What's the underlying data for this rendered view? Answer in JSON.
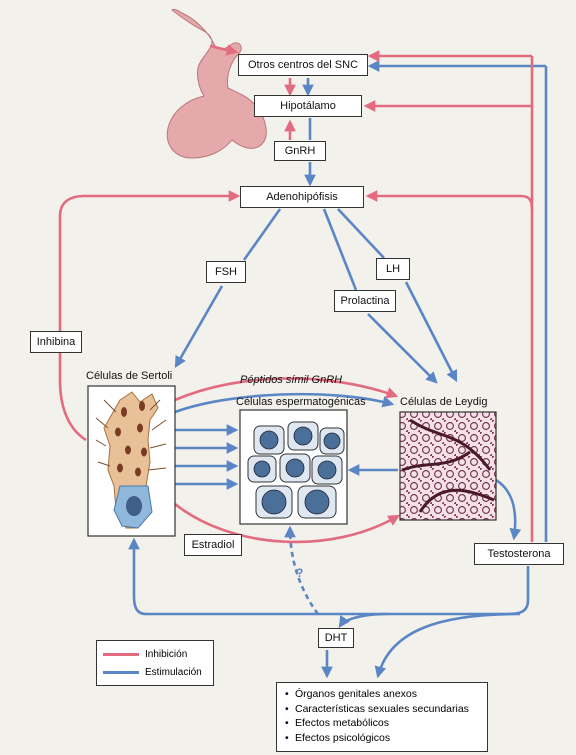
{
  "colors": {
    "inhibition": "#e36b7f",
    "stimulation": "#5b86c6",
    "gland": "#e5a9ac",
    "cytoplasm": "#e9c199",
    "tissue": "#c28a9e"
  },
  "nodes": {
    "snc": "Otros centros del SNC",
    "hypothalamus": "Hipotálamo",
    "gnrh": "GnRH",
    "adenohypophysis": "Adenohipófisis",
    "fsh": "FSH",
    "lh": "LH",
    "prolactin": "Prolactina",
    "inhibin": "Inhibina",
    "sertoli": "Células de Sertoli",
    "spermatogenic": "Células espermatogénicas",
    "leydig": "Células de Leydig",
    "gnrh_like_peptides": "Péptidos símil GnRH",
    "estradiol": "Estradiol",
    "testosterone": "Testosterona",
    "dht": "DHT",
    "question_mark": "?"
  },
  "legend": {
    "inhibition": "Inhibición",
    "stimulation": "Estimulación"
  },
  "effects": [
    "Órganos genitales anexos",
    "Características sexuales secundarias",
    "Efectos metabólicos",
    "Efectos psicológicos"
  ]
}
